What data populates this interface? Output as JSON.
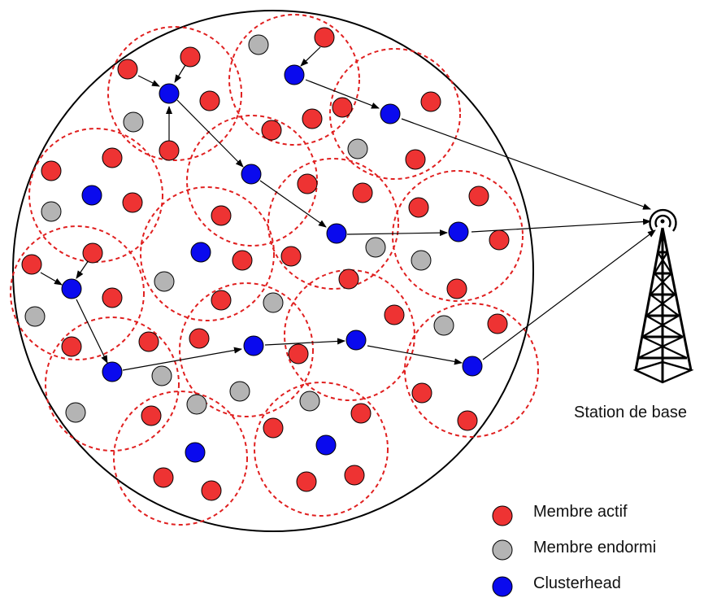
{
  "base_station_label": "Station de base",
  "legend": [
    {
      "label": "Membre actif",
      "color": "#ee3333"
    },
    {
      "label": "Membre endormi",
      "color": "#b4b4b4"
    },
    {
      "label": "Clusterhead",
      "color": "#0a0aee"
    }
  ],
  "colors": {
    "active": "#ee3333",
    "sleeping": "#b4b4b4",
    "clusterhead": "#0a0aee",
    "cluster_border": "#e02020",
    "outline": "#000000"
  },
  "icons": [
    "radio-tower-icon"
  ]
}
